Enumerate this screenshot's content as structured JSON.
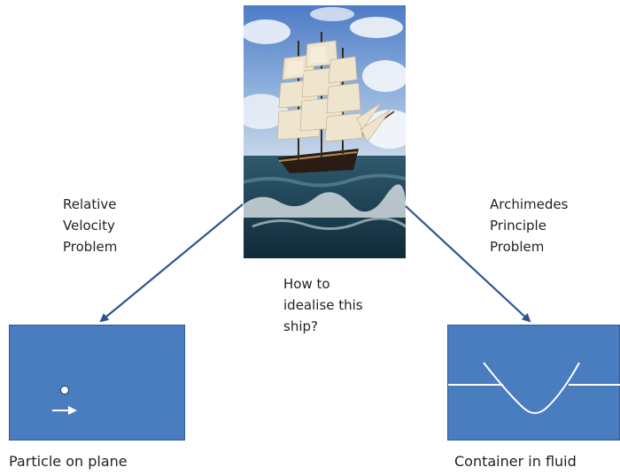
{
  "labels": {
    "left_problem": "Relative\nVelocity\nProblem",
    "right_problem": "Archimedes\nPrinciple\nProblem",
    "center_question": "How to\nidealise this\nship?",
    "left_caption": "Particle on plane",
    "right_caption": "Container in fluid"
  },
  "colors": {
    "arrow": "#2c5590",
    "panel": "#4a7cc0",
    "panel_line": "#ffffff"
  }
}
